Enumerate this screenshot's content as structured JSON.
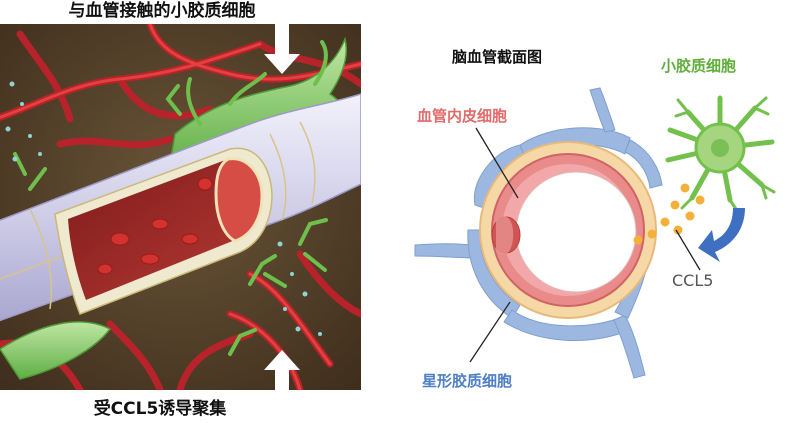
{
  "captions": {
    "top": "与血管接触的小胶质细胞",
    "bottom": "受CCL5诱导聚集"
  },
  "diagram": {
    "title": "脑血管截面图",
    "labels": {
      "microglia": "小胶质细胞",
      "endothelial": "血管内皮细胞",
      "ccl5": "CCL5",
      "astrocyte": "星形胶质细胞"
    }
  },
  "colors": {
    "microglia": "#74c04d",
    "endothelial": "#e26b6b",
    "astrocyte": "#8fb0dc",
    "ccl5_dots": "#f3b13a",
    "arrow": "#3f6fc0",
    "brain_tissue": "#4a3826"
  }
}
